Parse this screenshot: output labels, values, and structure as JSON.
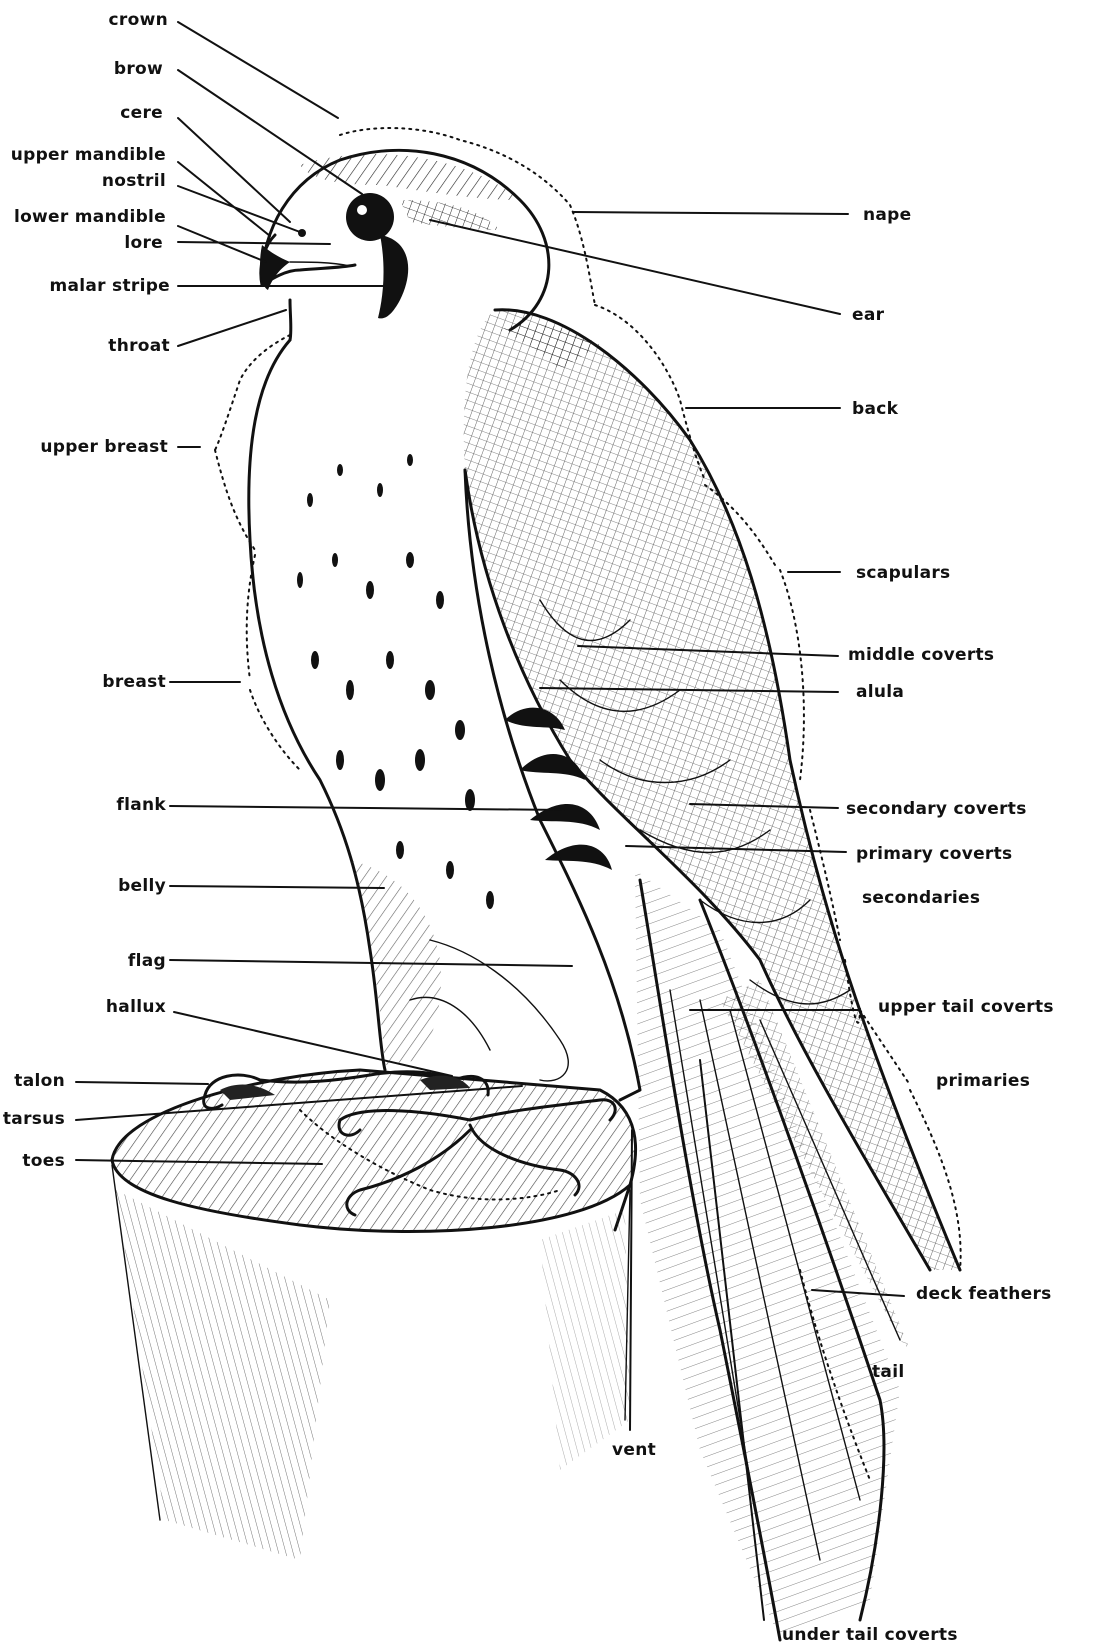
{
  "diagram": {
    "labels": {
      "crown": "crown",
      "brow": "brow",
      "cere": "cere",
      "upper_mandible": "upper mandible",
      "nostril": "nostril",
      "lower_mandible": "lower mandible",
      "lore": "lore",
      "malar_stripe": "malar stripe",
      "throat": "throat",
      "upper_breast": "upper breast",
      "breast": "breast",
      "flank": "flank",
      "belly": "belly",
      "flag": "flag",
      "hallux": "hallux",
      "talon": "talon",
      "tarsus": "tarsus",
      "toes": "toes",
      "nape": "nape",
      "ear": "ear",
      "back": "back",
      "scapulars": "scapulars",
      "middle_coverts": "middle coverts",
      "alula": "alula",
      "secondary_coverts": "secondary coverts",
      "primary_coverts": "primary coverts",
      "secondaries": "secondaries",
      "upper_tail_coverts": "upper tail coverts",
      "primaries": "primaries",
      "deck_feathers": "deck feathers",
      "tail": "tail",
      "vent": "vent",
      "under_tail_coverts": "under tail coverts"
    }
  }
}
